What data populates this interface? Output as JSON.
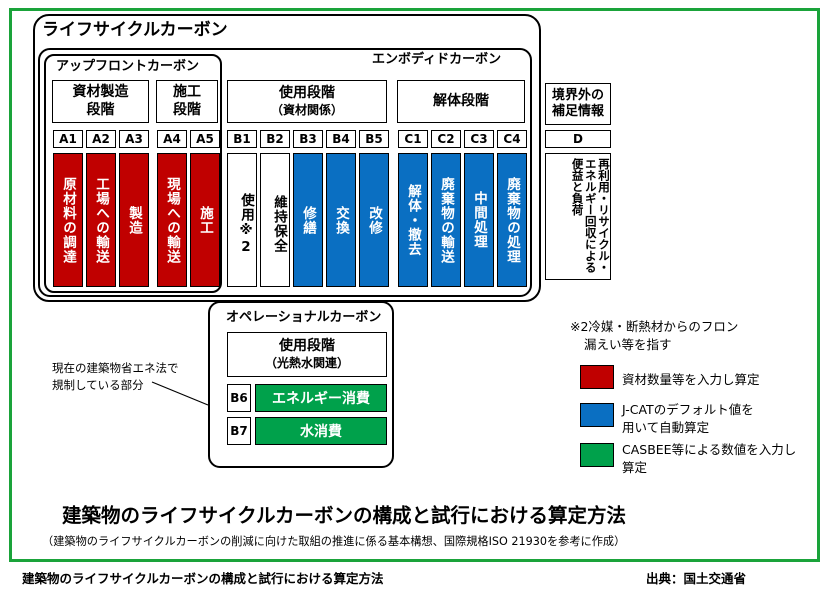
{
  "diagram": {
    "lifecycle_title": "ライフサイクルカーボン",
    "embodied_title": "エンボディドカーボン",
    "upfront_title": "アップフロントカーボン",
    "operational_title": "オペレーショナルカーボン",
    "stages": {
      "materials": "資材製造段階",
      "materials_l1": "資材製造",
      "materials_l2": "段階",
      "construction_l1": "施工",
      "construction_l2": "段階",
      "use_l1": "使用段階",
      "use_l2": "（資材関係）",
      "demolition": "解体段階",
      "boundary_l1": "境界外の",
      "boundary_l2": "補足情報",
      "op_use_l1": "使用段階",
      "op_use_l2": "（光熱水関連）"
    },
    "codes": [
      "A1",
      "A2",
      "A3",
      "A4",
      "A5",
      "B1",
      "B2",
      "B3",
      "B4",
      "B5",
      "C1",
      "C2",
      "C3",
      "C4",
      "D"
    ],
    "columns": [
      "原材料の調達",
      "工場への輸送",
      "製造",
      "現場への輸送",
      "施工",
      "使用※2",
      "維持保全",
      "修繕",
      "交換",
      "改修",
      "解体・撤去",
      "廃棄物の輸送",
      "中間処理",
      "廃棄物の処理"
    ],
    "column_colors": [
      "red",
      "red",
      "red",
      "red",
      "red",
      "white",
      "white",
      "blue",
      "blue",
      "blue",
      "blue",
      "blue",
      "blue",
      "blue"
    ],
    "d_column": "再利用・リサイクル・エネルギー回収による便益と負荷",
    "op_rows": [
      {
        "code": "B6",
        "label": "エネルギー消費"
      },
      {
        "code": "B7",
        "label": "水消費"
      }
    ],
    "regulation_note_l1": "現在の建築物省エネ法で",
    "regulation_note_l2": "規制している部分",
    "footnote_l1": "※2冷媒・断熱材からのフロン",
    "footnote_l2": "漏えい等を指す",
    "legend": [
      {
        "color": "#c00000",
        "l1": "資材数量等を入力し算定",
        "l2": ""
      },
      {
        "color": "#0a6fc2",
        "l1": "J-CATのデフォルト値を",
        "l2": "用いて自動算定"
      },
      {
        "color": "#00a14b",
        "l1": "CASBEE等による数値を入力し",
        "l2": "算定"
      }
    ],
    "main_title": "建築物のライフサイクルカーボンの構成と試行における算定方法",
    "subtitle": "（建築物のライフサイクルカーボンの削減に向けた取組の推進に係る基本構想、国際規格ISO 21930を参考に作成）"
  },
  "caption": {
    "left": "建築物のライフサイクルカーボンの構成と試行における算定方法",
    "right": "出典：国土交通省"
  },
  "colors": {
    "red": "#c00000",
    "blue": "#0a6fc2",
    "green": "#00a14b",
    "frame": "#1aa33a"
  }
}
